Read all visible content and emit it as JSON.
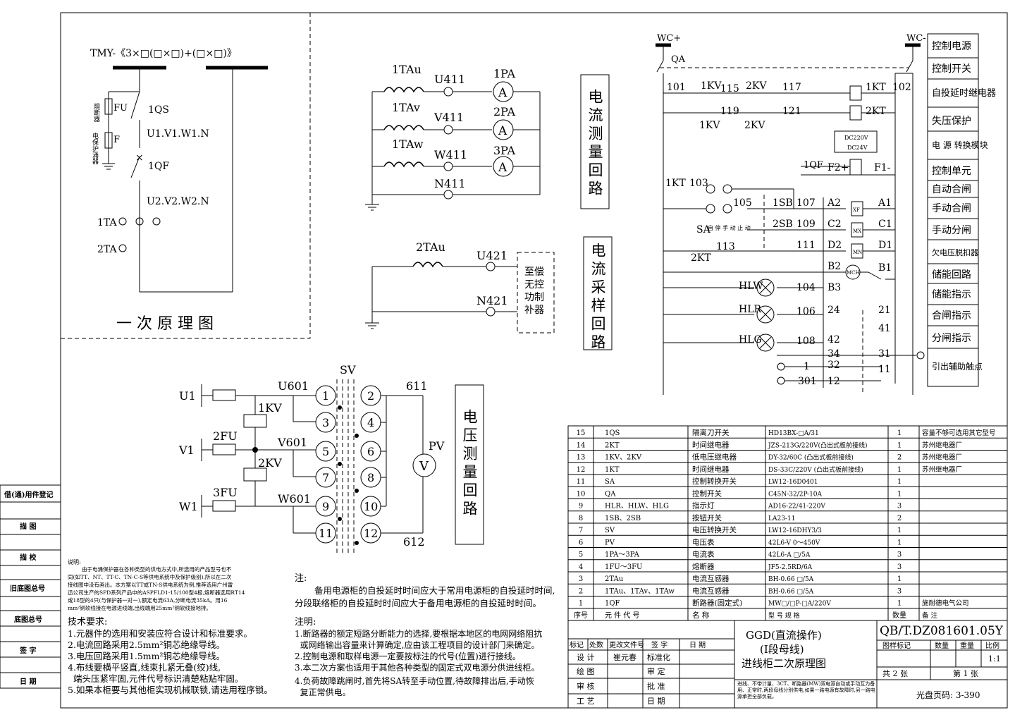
{
  "primary": {
    "busbar": "TMY-《3×□(□×□)+(□×□)》",
    "fu_desc": "熔断器",
    "fu": "FU",
    "qs": "1QS",
    "uvw1": "U1.V1.W1.N",
    "f_desc": "电保护涌器",
    "f": "F",
    "qf": "1QF",
    "uvw2": "U2.V2.W2.N",
    "ta1": "1TA",
    "ta2": "2TA",
    "caption": "一 次 原 理 图"
  },
  "current_meas": {
    "cts": [
      "1TAu",
      "1TAv",
      "1TAw"
    ],
    "nodes": [
      "U411",
      "V411",
      "W411",
      "N411"
    ],
    "meters": [
      "1PA",
      "2PA",
      "3PA"
    ],
    "meter_symbol": "A",
    "title": "电流测量回路"
  },
  "current_sample": {
    "ct": "2TAu",
    "nodes": [
      "U421",
      "N421"
    ],
    "box_lines": [
      "至偿",
      "无控",
      "功制",
      "补器"
    ],
    "title": "电流采样回路"
  },
  "voltage_meas": {
    "phases": [
      "U1",
      "V1",
      "W1"
    ],
    "fuses": [
      "2FU",
      "3FU"
    ],
    "relays": [
      "1KV",
      "2KV"
    ],
    "nodes": [
      "U601",
      "V601",
      "W601"
    ],
    "sv": "SV",
    "left_terms": [
      "1",
      "3",
      "5",
      "7",
      "9",
      "11"
    ],
    "right_terms": [
      "2",
      "4",
      "6",
      "8",
      "10",
      "12"
    ],
    "out_top": "611",
    "out_bot": "612",
    "pv": "PV",
    "pv_symbol": "V",
    "title": "电压测量回路"
  },
  "control": {
    "wc_plus": "WC+",
    "wc_minus": "WC-",
    "qa": "QA",
    "nodes": [
      "101",
      "115",
      "117",
      "102",
      "119",
      "121",
      "103",
      "105",
      "107",
      "109",
      "111",
      "113",
      "104",
      "106",
      "108",
      "1",
      "301"
    ],
    "relays": [
      "1KV",
      "2KV",
      "1KT",
      "2KT"
    ],
    "dc_module": [
      "DC220V",
      "DC24V"
    ],
    "f_labels": [
      "1QF",
      "F2+",
      "F1-"
    ],
    "terminals_left": [
      "A2",
      "C2",
      "D2",
      "B2",
      "B3",
      "24",
      "42",
      "34",
      "32",
      "12"
    ],
    "terminals_right": [
      "A1",
      "C1",
      "D1",
      "B1",
      "21",
      "41",
      "31",
      "11"
    ],
    "coils": [
      "XF",
      "MX",
      "MN",
      "MCH"
    ],
    "sa_label": "SA",
    "sa_sub": "自 停 手 动 止 动",
    "buttons": [
      "1SB",
      "2SB"
    ],
    "lamps": [
      "HLW",
      "HLR",
      "HLG"
    ],
    "kt1": "1KT",
    "kt2": "2KT",
    "functions": [
      "控制电源",
      "控制开关",
      "自投延时继电器",
      "失压保护",
      "电 源 转换模块",
      "控制单元",
      "自动合闸",
      "手动合闸",
      "手动分闸",
      "欠电压脱扣器",
      "储能回路",
      "储能指示",
      "合闸指示",
      "分闸指示",
      "引出辅助触点"
    ]
  },
  "bom": {
    "headers": [
      "序号",
      "元 件 代 号",
      "名 称",
      "型 号 规 格",
      "数量",
      "备 注"
    ],
    "rows": [
      [
        "15",
        "1QS",
        "隔离刀开关",
        "HD13BX-□A/31",
        "1",
        "容量不够可选用其它型号"
      ],
      [
        "14",
        "2KT",
        "时间继电器",
        "JZS-213G/220V(凸出式板前接线)",
        "1",
        "苏州继电器厂"
      ],
      [
        "13",
        "1KV、2KV",
        "低电压继电器",
        "DY-32/60C  (凸出式板前接线)",
        "2",
        "苏州继电器厂"
      ],
      [
        "12",
        "1KT",
        "时间继电器",
        "DS-33C/220V (凸出式板前接线)",
        "1",
        "苏州继电器厂"
      ],
      [
        "11",
        "SA",
        "控制转换开关",
        "LW12-16D0401",
        "1",
        ""
      ],
      [
        "10",
        "QA",
        "控制开关",
        "C45N-32/2P-10A",
        "1",
        ""
      ],
      [
        "9",
        "HLR、HLW、HLG",
        "指示灯",
        "AD16-22/41-220V",
        "3",
        ""
      ],
      [
        "8",
        "1SB、2SB",
        "按钮开关",
        "LA23-11",
        "2",
        ""
      ],
      [
        "7",
        "SV",
        "电压转换开关",
        "LW12-16DHY3/3",
        "1",
        ""
      ],
      [
        "6",
        "PV",
        "电压表",
        "42L6-V  0～450V",
        "1",
        ""
      ],
      [
        "5",
        "1PA～3PA",
        "电流表",
        "42L6-A □/5A",
        "3",
        ""
      ],
      [
        "4",
        "1FU～3FU",
        "熔断器",
        "JF5-2.5RD/6A",
        "3",
        ""
      ],
      [
        "3",
        "2TAu",
        "电流互感器",
        "BH-0.66 □/5A",
        "1",
        ""
      ],
      [
        "2",
        "1TAu、1TAv、1TAw",
        "电流互感器",
        "BH-0.66 □/5A",
        "3",
        ""
      ],
      [
        "1",
        "1QF",
        "断路器(固定式)",
        "MW□/□P-□A/220V",
        "1",
        "施耐德电气公司"
      ]
    ]
  },
  "title_block": {
    "title_lines": [
      "GGD(直流操作)",
      "(I段母线)",
      "进线柜二次原理图"
    ],
    "drawing_no": "QB/T.DZ081601.05Y",
    "rev_headers": [
      "标记",
      "处数",
      "更改文件号",
      "签 字",
      "日 期"
    ],
    "roles": [
      "设 计",
      "绘 图",
      "审 核",
      "工 艺"
    ],
    "designer": "崔元春",
    "checks": [
      "标准化",
      "审 定",
      "批 准",
      "日 期"
    ],
    "sheet_headers": [
      "图样标记",
      "数量",
      "重量",
      "比例"
    ],
    "scale": "1:1",
    "total_sheets": "共 2 张",
    "sheet_no": "第 1 张",
    "description": "进线、不带计量、3CT、断路器(MW)双电源自动或手动互为备用、正常时,两段母线分别供电,如果一路电源有故障时,另一路电源承担全部负载。",
    "cd_code": "光盘页码: 3-390"
  },
  "side_labels": [
    "借(通)用件登记",
    "描 图",
    "描 校",
    "旧底图总号",
    "底图总号",
    "签 字",
    "日 期"
  ],
  "notes": {
    "explain_title": "说明:",
    "explain_lines": [
      "由于电涌保护器在各种类型的供电方式中,所选用的产品型号也不",
      "同(如TT、NT、TT-C、TN-C-S等供电系统中及保护级别),所以在二次",
      "接线图中没有画出。本方案以TT或TN-S供电系统为例,推荐选用广州雷",
      "迅公司生产的SPD系列产品中的ASPFLD1-15/100型4极,熔断器选用RT14",
      "或18型的4只(与保护器一对一),额定电流63A,分断电流35kA。用16",
      "mm²铜软线接在电源进线端,出线端用25mm²铜软线接地排。"
    ],
    "tech_title": "技术要求:",
    "tech": [
      "1.元器件的选用和安装应符合设计和标准要求。",
      "2.电流回路采用2.5mm²铜芯绝缘导线。",
      "3.电压回路采用1.5mm²铜芯绝缘导线。",
      "4.布线要横平竖直,线束扎紧无叠(绞)线,",
      "  端头压紧牢固,元件代号标识清楚粘贴牢固。",
      "5.如果本柜要与其他柜实现机械联锁,请选用程序锁。"
    ],
    "zhu_title": "注:",
    "zhu": [
      "备用电源柜的自投延时时间应大于常用电源柜的自投延时时间,",
      "分段联络柜的自投延时时间应大于备用电源柜的自投延时时间。"
    ],
    "zhuming_title": "注明:",
    "zhuming": [
      "1.断路器的额定短路分断能力的选择,要根据本地区的电网网络阻抗",
      "  或网络输出容量来计算确定,应由该工程项目的设计部门来确定。",
      "2.控制电源和取样电源一定要按标注的代号(位置)进行接线。",
      "3.本二次方案也适用于其他各种类型的固定式双电源分供进线柜。",
      "4.负荷故障跳闸时,首先将SA转至手动位置,待故障排出后,手动恢",
      "  复正常供电。"
    ]
  }
}
